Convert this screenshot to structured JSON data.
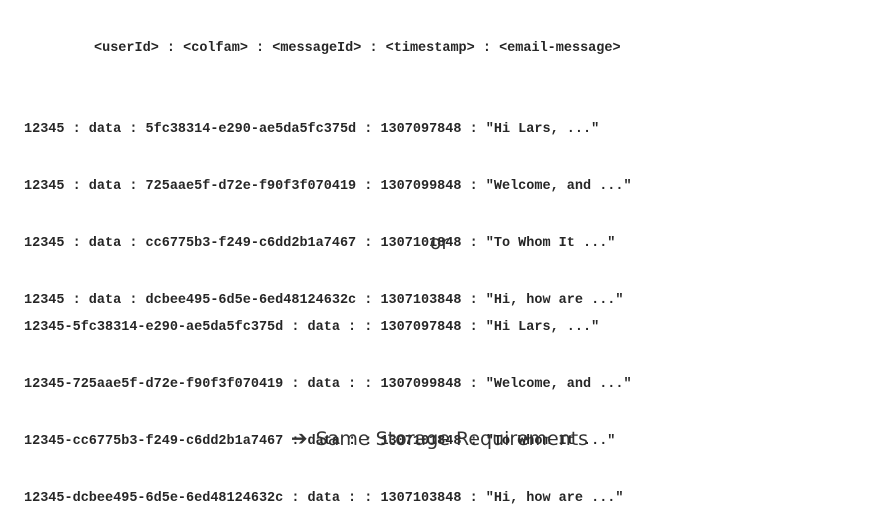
{
  "header": {
    "schema": "<userId> : <colfam> : <messageId> : <timestamp> : <email-message>"
  },
  "block_a": {
    "rows": [
      "12345 : data : 5fc38314-e290-ae5da5fc375d : 1307097848 : \"Hi Lars, ...\"",
      "12345 : data : 725aae5f-d72e-f90f3f070419 : 1307099848 : \"Welcome, and ...\"",
      "12345 : data : cc6775b3-f249-c6dd2b1a7467 : 1307101848 : \"To Whom It ...\"",
      "12345 : data : dcbee495-6d5e-6ed48124632c : 1307103848 : \"Hi, how are ...\""
    ]
  },
  "separator": {
    "text": "or"
  },
  "block_b": {
    "rows": [
      "12345-5fc38314-e290-ae5da5fc375d : data : : 1307097848 : \"Hi Lars, ...\"",
      "12345-725aae5f-d72e-f90f3f070419 : data : : 1307099848 : \"Welcome, and ...\"",
      "12345-cc6775b3-f249-c6dd2b1a7467 : data : : 1307101848 : \"To Whom It ...\"",
      "12345-dcbee495-6d5e-6ed48124632c : data : : 1307103848 : \"Hi, how are ...\""
    ]
  },
  "conclusion": {
    "arrow": "➔",
    "text": "Same Storage Requirements"
  }
}
